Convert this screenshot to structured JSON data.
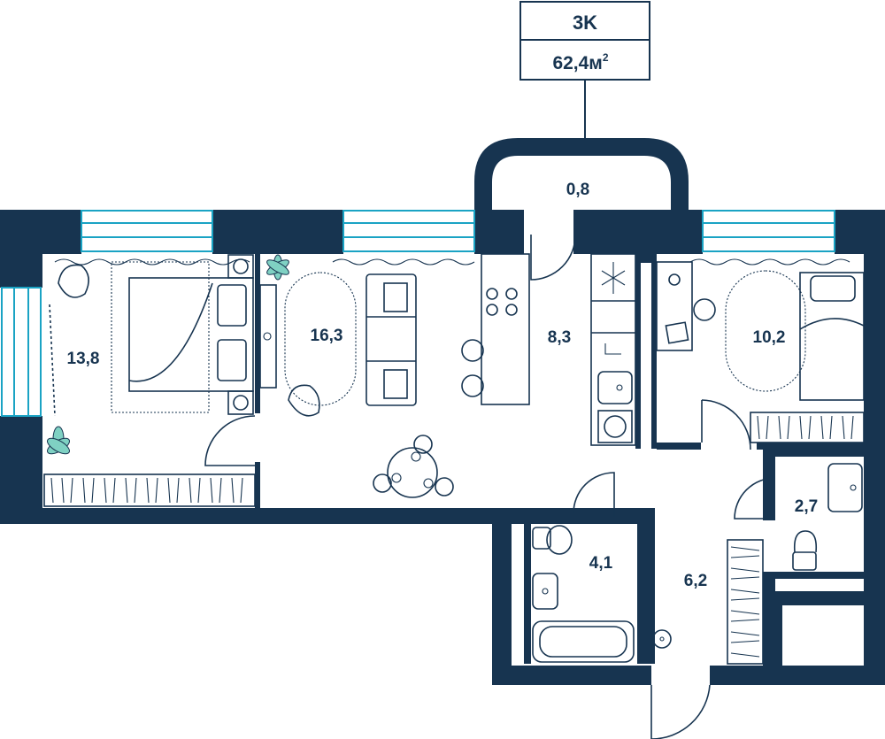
{
  "badge": {
    "type": "3K",
    "area_value": "62,4м",
    "area_unit_sup": "2"
  },
  "rooms": [
    {
      "id": "bedroom-left",
      "area": "13,8"
    },
    {
      "id": "living-room",
      "area": "16,3"
    },
    {
      "id": "balcony",
      "area": "0,8"
    },
    {
      "id": "kitchen",
      "area": "8,3"
    },
    {
      "id": "bedroom-right",
      "area": "10,2"
    },
    {
      "id": "bathroom",
      "area": "4,1"
    },
    {
      "id": "hallway",
      "area": "6,2"
    },
    {
      "id": "toilet",
      "area": "2,7"
    }
  ],
  "colors": {
    "wall": "#173450",
    "window": "#1aa3c4",
    "plant": "#7fd1c3"
  }
}
